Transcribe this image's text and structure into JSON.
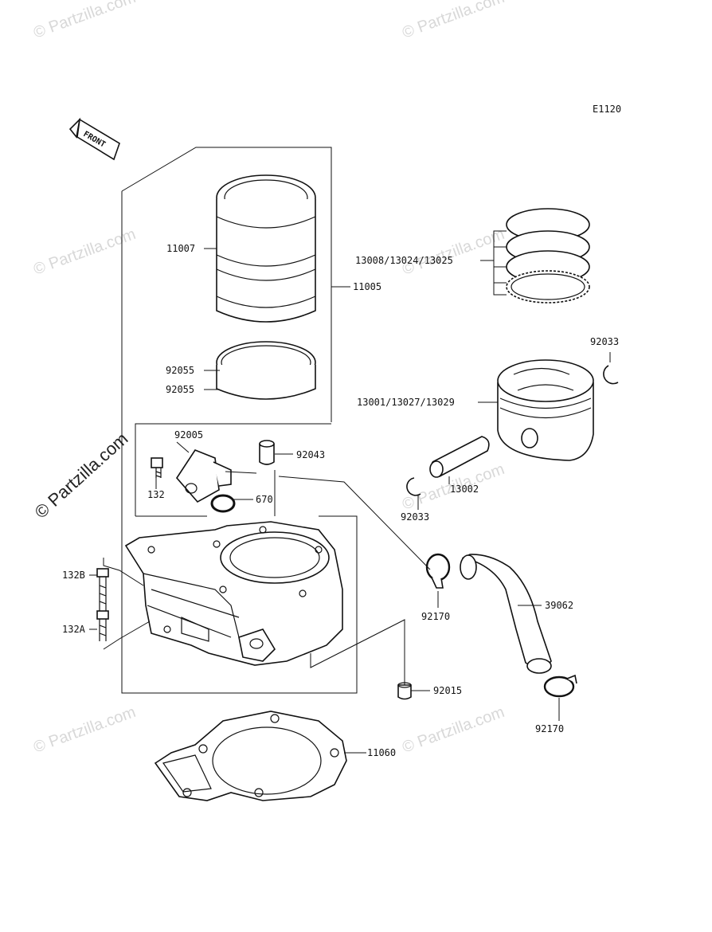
{
  "diagram_code": "E1120",
  "front_label": "FRONT",
  "watermark": "© Partzilla.com",
  "parts": {
    "p11007": "11007",
    "p11005": "11005",
    "p92055a": "92055",
    "p92055b": "92055",
    "p13008": "13008/13024/13025",
    "p92033a": "92033",
    "p13001": "13001/13027/13029",
    "p92005": "92005",
    "p132": "132",
    "p92043": "92043",
    "p670": "670",
    "p13002": "13002",
    "p92033b": "92033",
    "p132B": "132B",
    "p132A": "132A",
    "p92170a": "92170",
    "p39062": "39062",
    "p92015": "92015",
    "p92170b": "92170",
    "p11060": "11060"
  }
}
